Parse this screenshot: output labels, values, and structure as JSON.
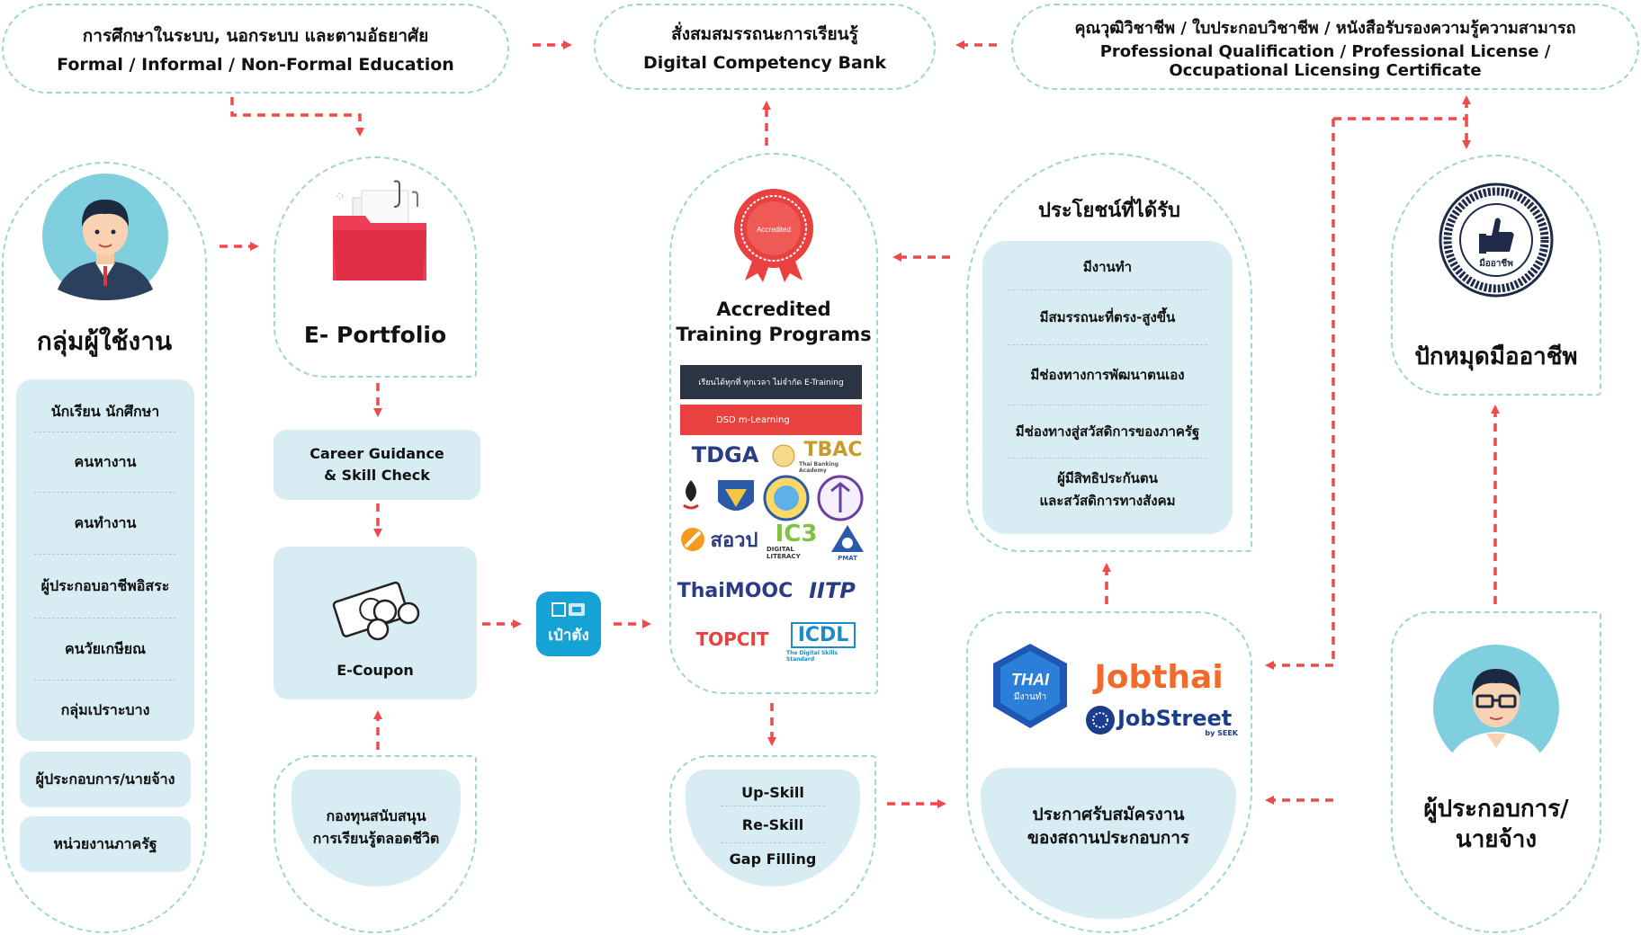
{
  "colors": {
    "arrow": "#ec4b4b",
    "dash": "#9fd4dc",
    "pill": "#d8edf3",
    "bank": "#15a3d5"
  },
  "top": {
    "education": {
      "line1": "การศึกษาในระบบ, นอกระบบ และตามอัธยาศัย",
      "line2": "Formal / Informal / Non-Formal Education"
    },
    "bank": {
      "line1": "สั่งสมสมรรถนะการเรียนรู้",
      "line2": "Digital Competency Bank"
    },
    "qualification": {
      "line1": "คุณวุฒิวิชาชีพ / ใบประกอบวิชาชีพ / หนังสือรับรองความรู้ความสามารถ",
      "line2": "Professional Qualification / Professional License /",
      "line3": "Occupational Licensing Certificate"
    }
  },
  "users": {
    "title": "กลุ่มผู้ใช้งาน",
    "items": [
      "นักเรียน นักศึกษา",
      "คนหางาน",
      "คนทำงาน",
      "ผู้ประกอบอาชีพอิสระ",
      "คนวัยเกษียณ",
      "กลุ่มเปราะบาง"
    ],
    "employer": "ผู้ประกอบการ/นายจ้าง",
    "gov": "หน่วยงานภาครัฐ"
  },
  "portfolio": {
    "title": "E- Portfolio",
    "career": "Career Guidance & Skill Check",
    "coupon": "E-Coupon",
    "fund_line1": "กองทุนสนับสนุน",
    "fund_line2": "การเรียนรู้ตลอดชีวิต",
    "icons": [
      "folder-icon",
      "coupon-icon"
    ]
  },
  "paotang": {
    "label": "เป๋าตัง"
  },
  "training": {
    "title": "Accredited Training Programs",
    "badge": "Accredited",
    "logos": {
      "etraining": "เรียนได้ทุกที่ ทุกเวลา ไม่จำกัด E-Training",
      "dsd": "DSD m-Learning",
      "tdga": "TDGA",
      "tbac": "TBAC",
      "tbac_sub": "Thai Banking Academy",
      "sorop": "สอวป",
      "ic3": "IC3",
      "ic3_sub": "DIGITAL LITERACY",
      "pmat": "PMAT",
      "thaimooc": "ThaiMOOC",
      "iitp": "IITP",
      "topcit": "TOPCIT",
      "icdl": "ICDL",
      "icdl_sub": "The Digital Skills Standard"
    },
    "skills": [
      "Up-Skill",
      "Re-Skill",
      "Gap Filling"
    ]
  },
  "benefits": {
    "title": "ประโยชน์ที่ได้รับ",
    "items": [
      "มีงานทำ",
      "มีสมรรถนะที่ตรง-สูงขึ้น",
      "มีช่องทางการพัฒนาตนเอง",
      "มีช่องทางสู่สวัสดิการของภาครัฐ"
    ],
    "last_line1": "ผู้มีสิทธิประกันตน",
    "last_line2": "และสวัสดิการทางสังคม"
  },
  "jobs": {
    "thai": "THAI",
    "thai_sub": "มีงานทำ",
    "jobthai": "Jobthai",
    "jobstreet": "JobStreet",
    "jobstreet_sub": "by SEEK",
    "caption_line1": "ประกาศรับสมัครงาน",
    "caption_line2": "ของสถานประกอบการ"
  },
  "pin": {
    "title": "ปักหมุดมืออาชีพ",
    "seal": "มืออาชีพ"
  },
  "employer": {
    "line1": "ผู้ประกอบการ/",
    "line2": "นายจ้าง"
  }
}
